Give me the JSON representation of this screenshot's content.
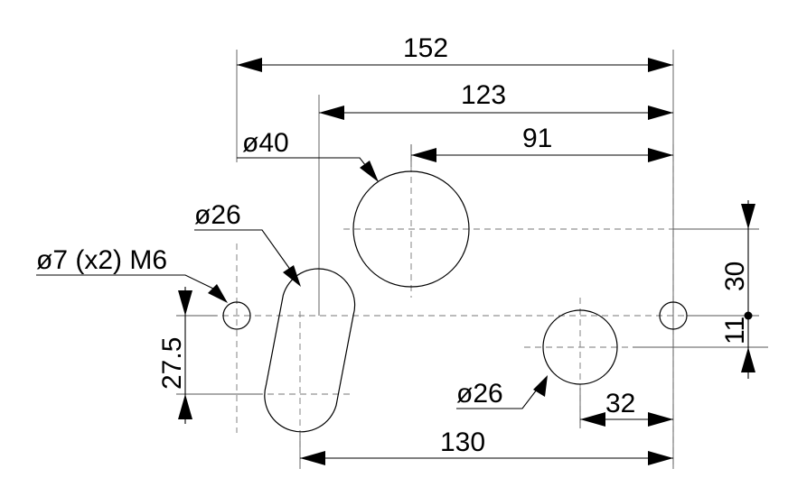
{
  "dimensions": {
    "overall_width": "152",
    "to_large_hole": "123",
    "to_large_center": "91",
    "lower_span": "130",
    "right_offset": "32",
    "vertical_upper": "30",
    "vertical_lower": "11",
    "slot_height": "27.5"
  },
  "callouts": {
    "large_hole": "ø40",
    "slot": "ø26",
    "mount_holes": "ø7 (x2) M6",
    "lower_hole": "ø26"
  }
}
